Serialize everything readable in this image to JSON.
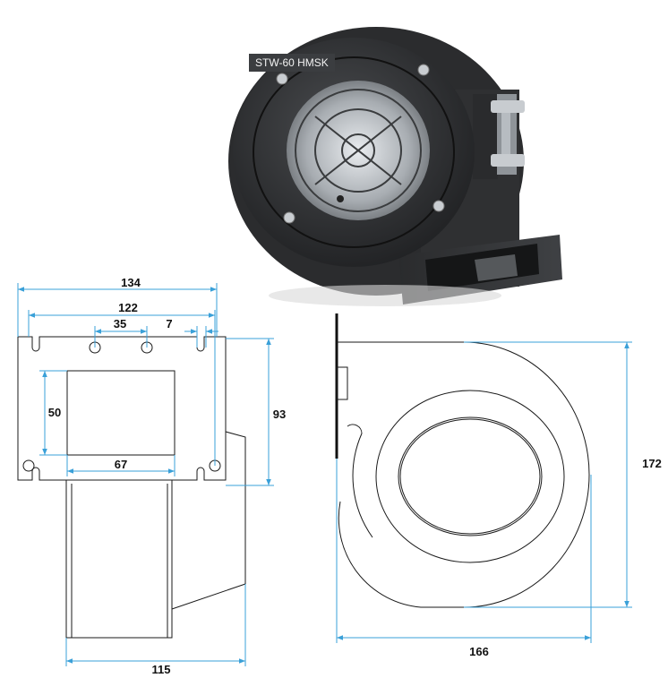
{
  "product_label": "STW-60 HMSK",
  "dimensions": {
    "width_134": "134",
    "width_122": "122",
    "hole_35": "35",
    "hole_7": "7",
    "height_50": "50",
    "height_93": "93",
    "opening_67": "67",
    "depth_115": "115",
    "height_172": "172",
    "width_166": "166"
  },
  "colors": {
    "dimension_line": "#3aa0d8",
    "outline": "#1a1a1a",
    "label_bg": "#3b3d40"
  }
}
